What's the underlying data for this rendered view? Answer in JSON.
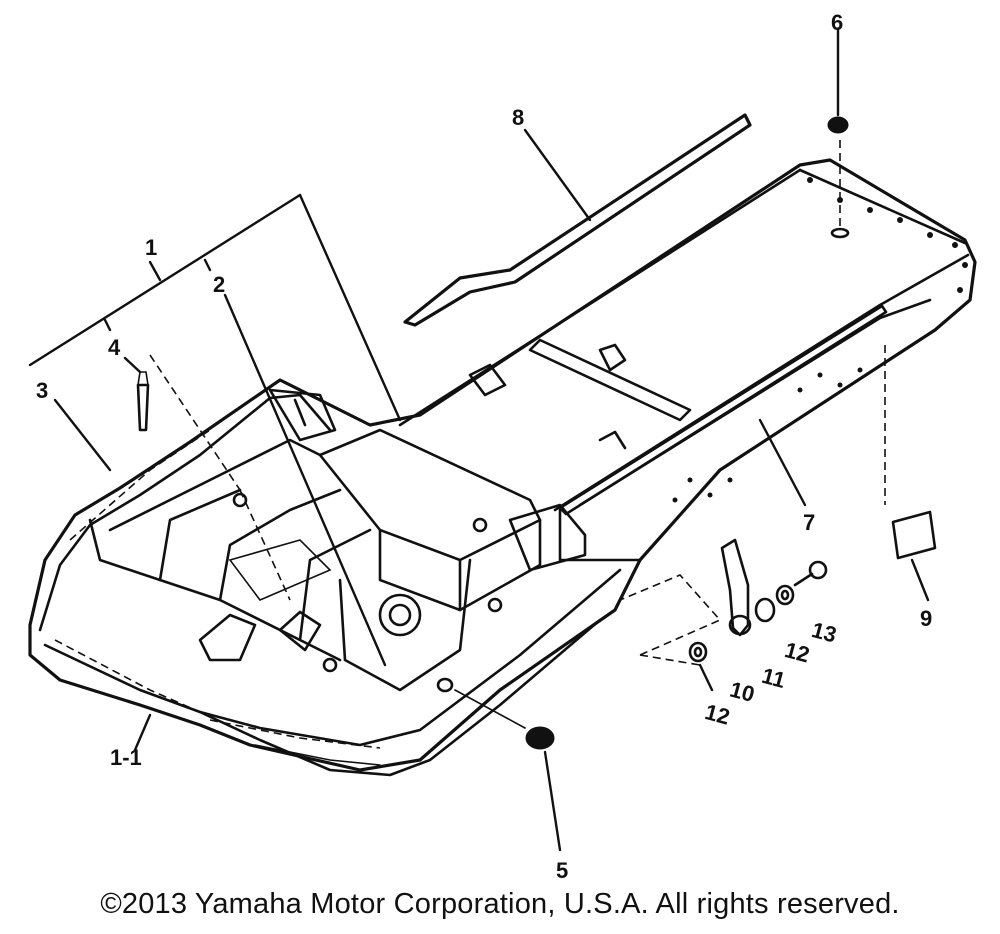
{
  "diagram": {
    "callouts": [
      "1",
      "1-1",
      "2",
      "3",
      "4",
      "5",
      "6",
      "7",
      "8",
      "9",
      "10",
      "11",
      "12",
      "12",
      "13"
    ]
  },
  "footer": {
    "copyright": "©2013 Yamaha Motor Corporation, U.S.A. All rights reserved."
  }
}
